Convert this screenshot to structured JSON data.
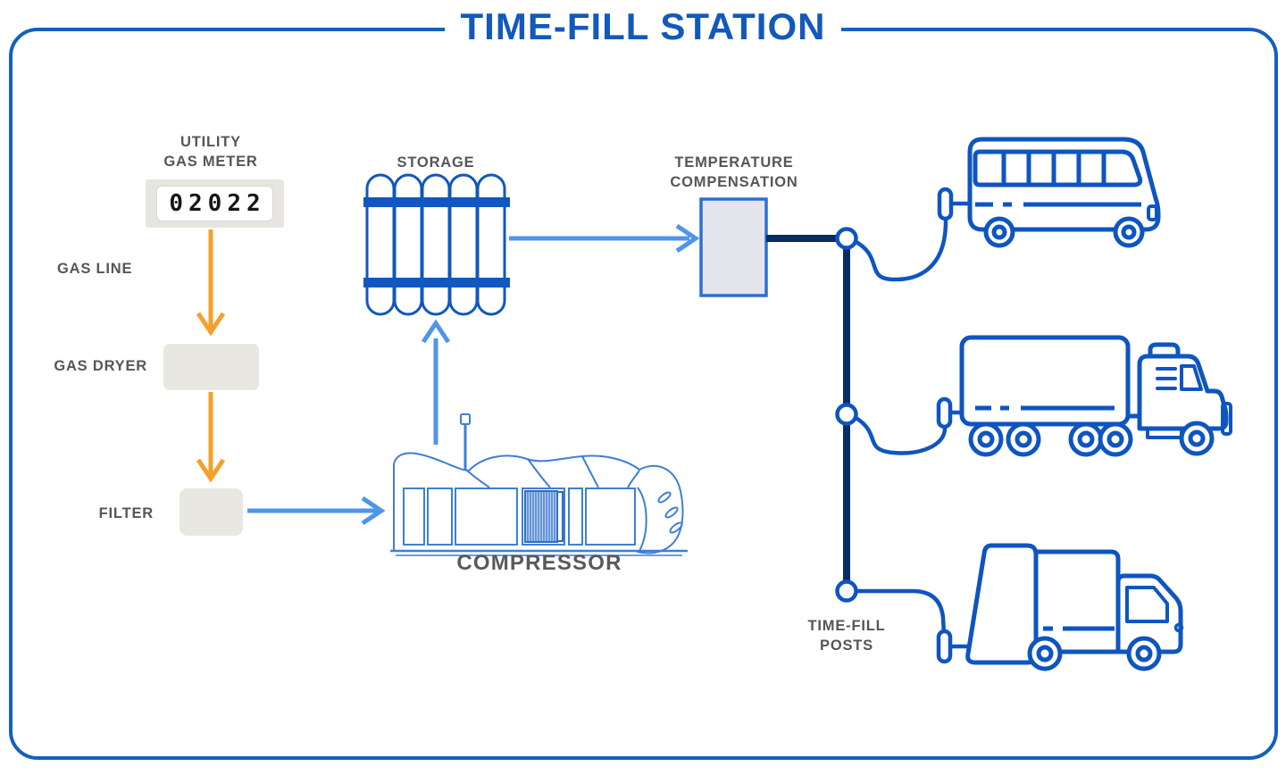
{
  "title": "TIME-FILL STATION",
  "labels": {
    "utility_gas_meter": "UTILITY\nGAS METER",
    "gas_line": "GAS LINE",
    "gas_dryer": "GAS DRYER",
    "filter": "FILTER",
    "storage": "STORAGE",
    "temperature_compensation": "TEMPERATURE\nCOMPENSATION",
    "compressor": "COMPRESSOR",
    "time_fill_posts": "TIME-FILL\nPOSTS"
  },
  "meter": {
    "reading": "02022"
  },
  "icons": [
    "utility-gas-meter-display",
    "storage-tubes-icon",
    "compressor-icon",
    "time-fill-post-icon",
    "fuel-hose-icon",
    "bus-icon",
    "semi-truck-icon",
    "garbage-truck-icon"
  ],
  "colors": {
    "title_blue": "#1359bc",
    "frame_blue": "#1560bd",
    "vehicle_line_blue": "#0e55c1",
    "storage_blue": "#1057c0",
    "distribution_navy": "#0a2b66",
    "arrow_light_blue": "#4f95e9",
    "gas_line_orange": "#f6a02a",
    "label_gray": "#55565a",
    "equipment_beige": "#e8e7e1",
    "temp_comp_fill": "#e4e5ec",
    "temp_comp_border": "#2e6fd0"
  }
}
